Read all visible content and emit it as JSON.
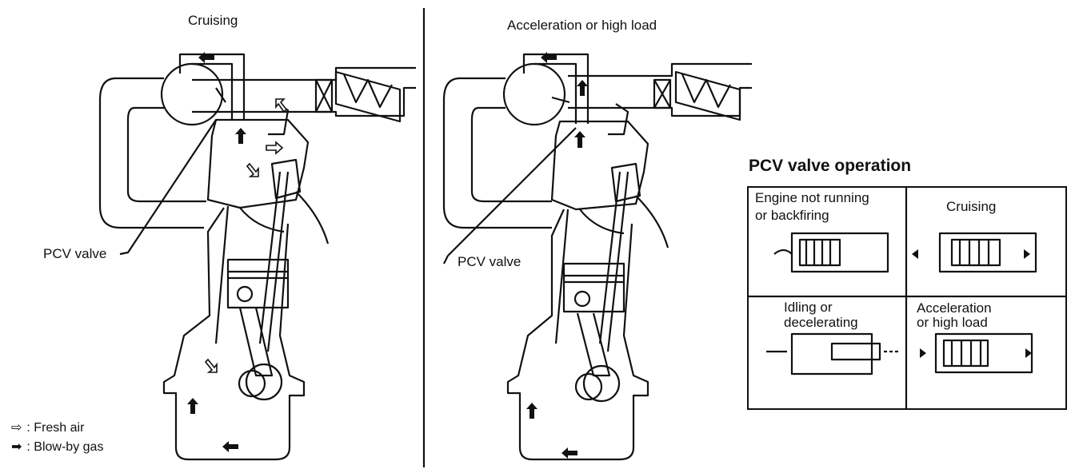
{
  "left_title": "Cruising",
  "right_title": "Acceleration or high load",
  "pcv_label_left": "PCV valve",
  "pcv_label_right": "PCV valve",
  "operation_title": "PCV valve operation",
  "cells": {
    "not_running": [
      "Engine not running",
      "or backfiring"
    ],
    "cruising": "Cruising",
    "idling": [
      "Idling or",
      "decelerating"
    ],
    "acceleration": [
      "Acceleration",
      "or high load"
    ]
  },
  "legend": [
    {
      "symbol": "⇨",
      "text": ": Fresh air",
      "icon": "fresh-air-arrow-icon"
    },
    {
      "symbol": "➡",
      "text": ": Blow-by gas",
      "icon": "blow-by-arrow-icon"
    }
  ]
}
